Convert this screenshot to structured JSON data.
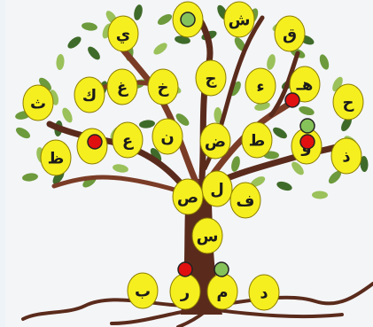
{
  "palette": {
    "background": "#f4f5f7",
    "trunk": "#5a2b1c",
    "trunk_mid": "#7a3c26",
    "leaf_dark": "#3f6b2a",
    "leaf_mid": "#6c9a3c",
    "leaf_light": "#9ac15a",
    "fruit_fill": "#f6ef1f",
    "fruit_stroke": "#8a7c00",
    "marker_red": "#e01010",
    "marker_green": "#86c25a",
    "marker_stroke": "#222222"
  },
  "letters": [
    {
      "id": "top-left",
      "char": "ي"
    },
    {
      "id": "top-center",
      "char": ""
    },
    {
      "id": "top-shin",
      "char": "ش"
    },
    {
      "id": "top-right",
      "char": "ق"
    },
    {
      "id": "row2-1",
      "char": "ث"
    },
    {
      "id": "row2-2",
      "char": "ك"
    },
    {
      "id": "row2-3",
      "char": "غ"
    },
    {
      "id": "row2-4",
      "char": "خ"
    },
    {
      "id": "row2-5",
      "char": "ج"
    },
    {
      "id": "row2-6",
      "char": "ء"
    },
    {
      "id": "row2-7",
      "char": "هـ"
    },
    {
      "id": "row2-8",
      "char": "ح"
    },
    {
      "id": "row3-1",
      "char": "ظ"
    },
    {
      "id": "row3-2",
      "char": ""
    },
    {
      "id": "row3-3",
      "char": "ع"
    },
    {
      "id": "row3-4",
      "char": "ن"
    },
    {
      "id": "row3-5",
      "char": "ض"
    },
    {
      "id": "row3-6",
      "char": "ط"
    },
    {
      "id": "row3-7",
      "char": "و"
    },
    {
      "id": "row3-8",
      "char": "ذ"
    },
    {
      "id": "trunk-1",
      "char": "ل"
    },
    {
      "id": "trunk-2",
      "char": "ص"
    },
    {
      "id": "trunk-3",
      "char": "ف"
    },
    {
      "id": "trunk-4",
      "char": "س"
    },
    {
      "id": "root-1",
      "char": "ب"
    },
    {
      "id": "root-2",
      "char": "ر"
    },
    {
      "id": "root-3",
      "char": "م"
    },
    {
      "id": "root-4",
      "char": "د"
    }
  ],
  "markers": [
    {
      "id": "marker-top-center",
      "color": "green"
    },
    {
      "id": "marker-row2-7",
      "color": "red"
    },
    {
      "id": "marker-row3-7-top",
      "color": "green"
    },
    {
      "id": "marker-row3-7",
      "color": "red"
    },
    {
      "id": "marker-row3-2",
      "color": "red"
    },
    {
      "id": "marker-root-2",
      "color": "red"
    },
    {
      "id": "marker-root-3",
      "color": "green"
    }
  ]
}
